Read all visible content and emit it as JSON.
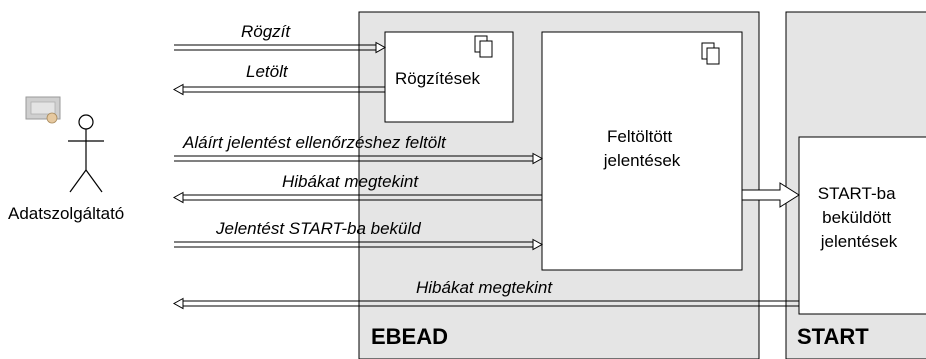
{
  "actor": {
    "name": "Adatszolgáltató"
  },
  "systems": {
    "ebead": "EBEAD",
    "start": "START"
  },
  "boxes": {
    "rogzitesek": "Rögzítések",
    "feltoltott": [
      "Feltöltött",
      "jelentések"
    ],
    "start_bekuldott": [
      "START-ba",
      "beküldött",
      "jelentések"
    ]
  },
  "arrows": {
    "rogzit": "Rögzít",
    "letolt": "Letölt",
    "alair": "Aláírt jelentést ellenőrzéshez feltölt",
    "hibakat1": "Hibákat megtekint",
    "bekuld": "Jelentést START-ba beküld",
    "hibakat2": "Hibákat megtekint"
  },
  "colors": {
    "panel": "#e5e5e5",
    "line": "#000000",
    "box": "#ffffff"
  }
}
